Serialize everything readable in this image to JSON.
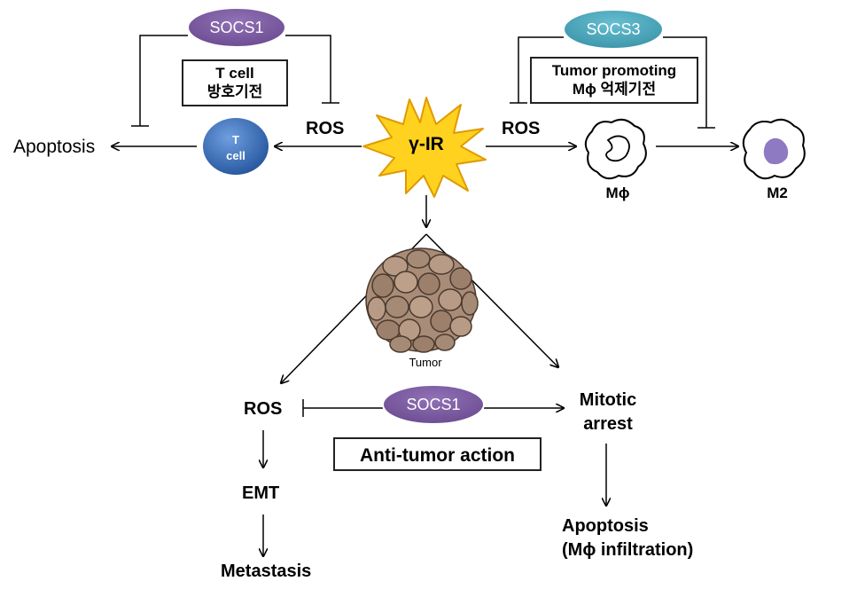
{
  "colors": {
    "socs1": "#7a5a9e",
    "socs3": "#4aa3b8",
    "tcell": "#3c70b8",
    "burst_fill": "#ffd21f",
    "burst_stroke": "#e09a00",
    "tumor": "#a98c78",
    "m2_nucleus": "#8e7ac2"
  },
  "top": {
    "socs1_label": "SOCS1",
    "socs3_label": "SOCS3",
    "tcell_box_line1": "T cell",
    "tcell_box_line2": "방호기전",
    "tumor_box_line1": "Tumor promoting",
    "tumor_box_line2": "Mϕ 억제기전",
    "apoptosis_left": "Apoptosis",
    "tcell_line1": "T",
    "tcell_line2": "cell",
    "ros_left": "ROS",
    "ros_right": "ROS",
    "gamma_ir": "γ-IR",
    "mphi": "Mϕ",
    "m2": "M2"
  },
  "bottom": {
    "tumor_label": "Tumor",
    "ros": "ROS",
    "socs1_label": "SOCS1",
    "mitotic_line1": "Mitotic",
    "mitotic_line2": "arrest",
    "anti_tumor": "Anti-tumor action",
    "emt": "EMT",
    "metastasis": "Metastasis",
    "apoptosis_line1": "Apoptosis",
    "apoptosis_line2": "(Mϕ infiltration)"
  }
}
